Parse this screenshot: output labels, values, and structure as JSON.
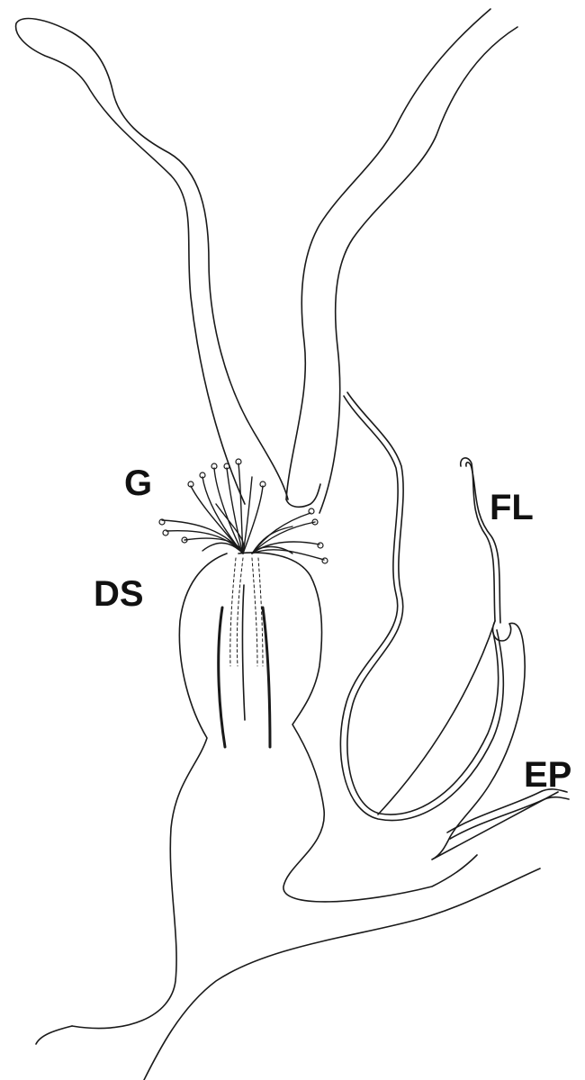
{
  "figure": {
    "labels": {
      "g": "G",
      "fl": "FL",
      "ds": "DS",
      "ep": "EP"
    },
    "line_color": "#1a1a1a",
    "background": "#ffffff"
  }
}
